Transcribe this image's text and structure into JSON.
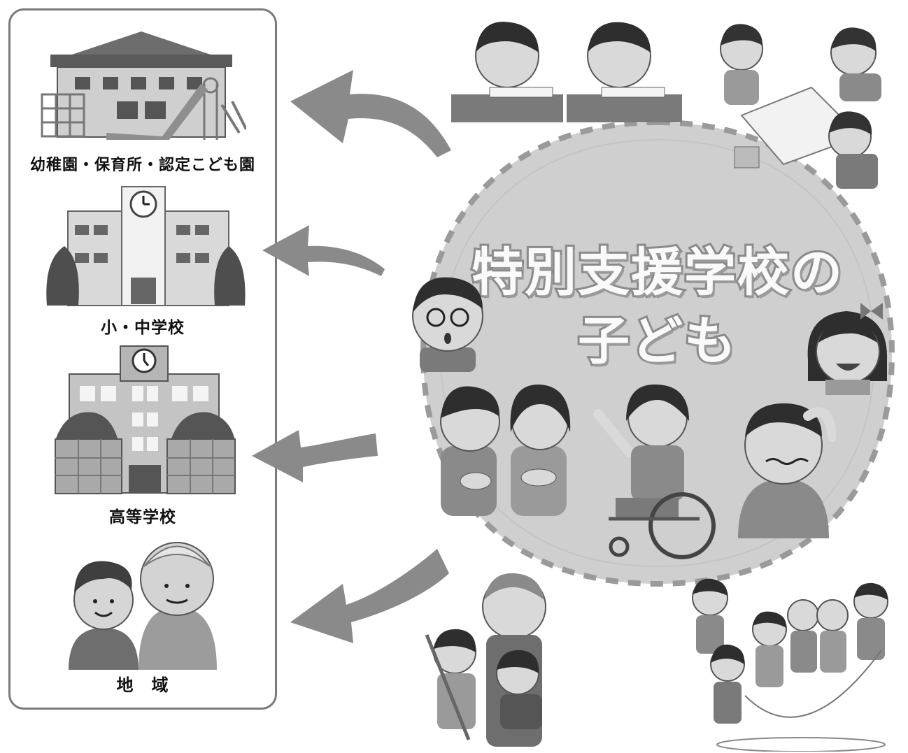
{
  "left_panel": {
    "institutions": [
      {
        "label": "幼稚園・保育所・認定こども園",
        "icon": "kindergarten-building-icon"
      },
      {
        "label": "小・中学校",
        "icon": "elementary-school-icon"
      },
      {
        "label": "高等学校",
        "icon": "high-school-icon"
      },
      {
        "label": "地　域",
        "icon": "community-icon"
      }
    ]
  },
  "center": {
    "title_line1": "特別支援学校の",
    "title_line2": "子ども"
  },
  "colors": {
    "arrow": "#8a8a8a",
    "circle_fill": "#cfcfcf",
    "panel_border": "#7a7a7a",
    "title_fill": "#fafafa",
    "title_stroke": "#8a8a8a"
  }
}
